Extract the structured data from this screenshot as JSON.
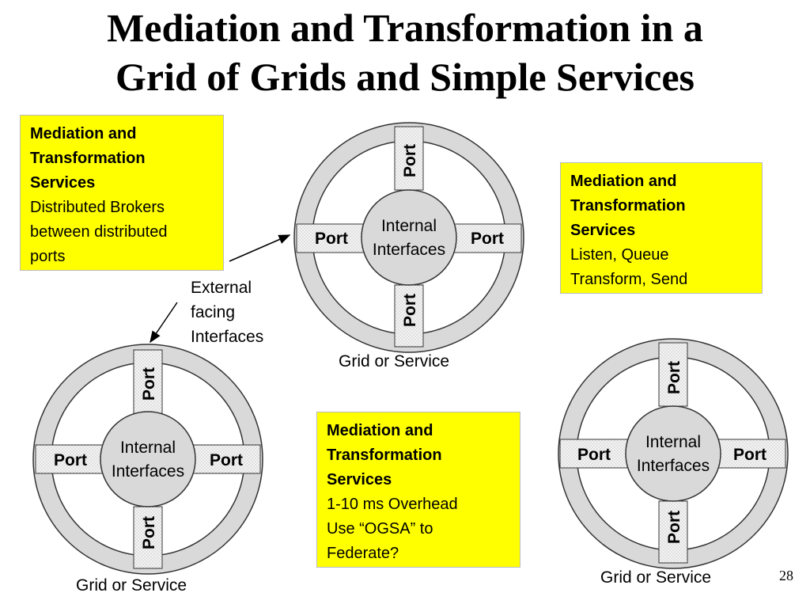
{
  "title": {
    "line1": "Mediation and Transformation in a",
    "line2": "Grid of Grids and Simple Services"
  },
  "boxes": [
    {
      "heading_lines": [
        "Mediation and",
        "Transformation",
        "Services"
      ],
      "body": "Distributed Brokers\nbetween distributed\nports"
    },
    {
      "heading_lines": [
        "Mediation and",
        "Transformation",
        "Services"
      ],
      "body": "Listen, Queue\nTransform, Send"
    },
    {
      "heading_lines": [
        "Mediation and",
        "Transformation",
        "Services"
      ],
      "body": "1-10 ms Overhead\nUse “OGSA” to\nFederate?"
    }
  ],
  "nodes": [
    {
      "port_label": "Port",
      "core_line1": "Internal",
      "core_line2": "Interfaces",
      "caption": "Grid or Service"
    },
    {
      "port_label": "Port",
      "core_line1": "Internal",
      "core_line2": "Interfaces",
      "caption": "Grid or Service"
    },
    {
      "port_label": "Port",
      "core_line1": "Internal",
      "core_line2": "Interfaces",
      "caption": "Grid or Service"
    }
  ],
  "external_label": "External\nfacing\nInterfaces",
  "page_number": "28",
  "colors": {
    "box_fill": "#ffff00",
    "ring": "#d9d9d9",
    "port_fill": "#f2f2f2",
    "core": "#d9d9d9"
  }
}
